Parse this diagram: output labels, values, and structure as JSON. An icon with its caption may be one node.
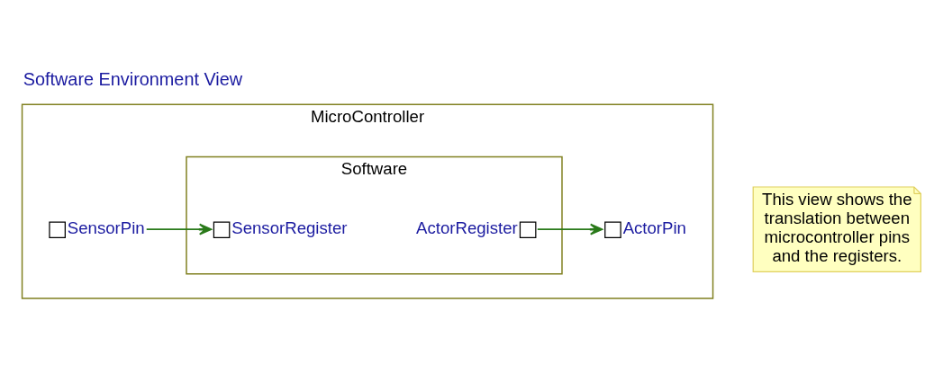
{
  "diagram": {
    "title": "Software Environment View",
    "nodes": [
      {
        "text": [
          "MicroController"
        ]
      },
      {
        "text": [
          "Software"
        ],
        "in": 0
      },
      {
        "text": [
          "SensorPin"
        ],
        "in": 0
      },
      {
        "text": [
          "SensorRegister"
        ],
        "in": 1
      },
      {
        "text": [
          "ActorRegister"
        ],
        "in": 1
      },
      {
        "text": [
          "ActorPin"
        ],
        "in": 0
      },
      {
        "text": [
          "This view shows the translation between microcontroller pins and the registers."
        ]
      }
    ],
    "edges": [
      {
        "from": 2,
        "to": 3,
        "arrow": "to"
      },
      {
        "from": 4,
        "to": 5,
        "arrow": "to"
      }
    ]
  }
}
